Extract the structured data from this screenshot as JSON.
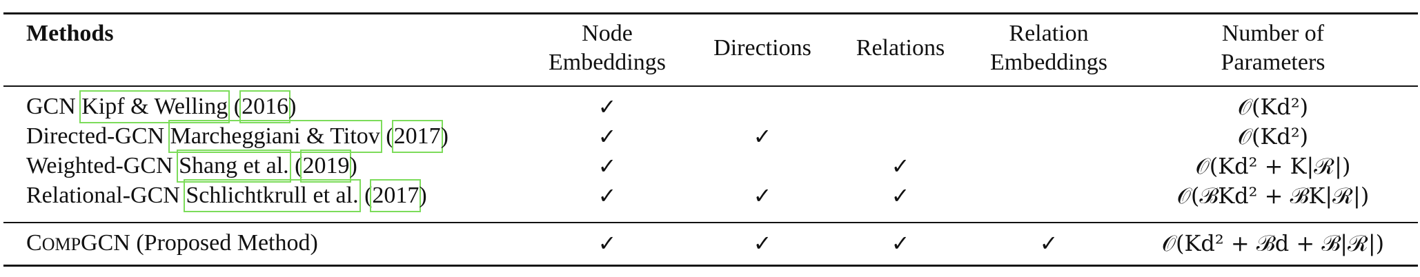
{
  "table": {
    "headers": {
      "methods": "Methods",
      "node_embeddings": [
        "Node",
        "Embeddings"
      ],
      "directions": "Directions",
      "relations": "Relations",
      "relation_embeddings": [
        "Relation",
        "Embeddings"
      ],
      "num_params": [
        "Number of",
        "Parameters"
      ]
    },
    "check_mark": "✓",
    "rows": [
      {
        "method": "GCN",
        "cite_authors": "Kipf & Welling",
        "cite_year": "2016",
        "node_embeddings": true,
        "directions": false,
        "relations": false,
        "relation_embeddings": false,
        "params": "𝒪(Kd²)"
      },
      {
        "method": "Directed-GCN",
        "cite_authors": "Marcheggiani & Titov",
        "cite_year": "2017",
        "node_embeddings": true,
        "directions": true,
        "relations": false,
        "relation_embeddings": false,
        "params": "𝒪(Kd²)"
      },
      {
        "method": "Weighted-GCN",
        "cite_authors": "Shang et al.",
        "cite_year": "2019",
        "node_embeddings": true,
        "directions": false,
        "relations": true,
        "relation_embeddings": false,
        "params": "𝒪(Kd² + K|ℛ|)"
      },
      {
        "method": "Relational-GCN",
        "cite_authors": "Schlichtkrull et al.",
        "cite_year": "2017",
        "node_embeddings": true,
        "directions": true,
        "relations": true,
        "relation_embeddings": false,
        "params": "𝒪(ℬKd² + ℬK|ℛ|)"
      }
    ],
    "proposed": {
      "name_prefix": "C",
      "name_smallcaps": "OMP",
      "name_rest": "GCN (Proposed Method)",
      "node_embeddings": true,
      "directions": true,
      "relations": true,
      "relation_embeddings": true,
      "params": "𝒪(Kd² + ℬd + ℬ|ℛ|)"
    }
  }
}
